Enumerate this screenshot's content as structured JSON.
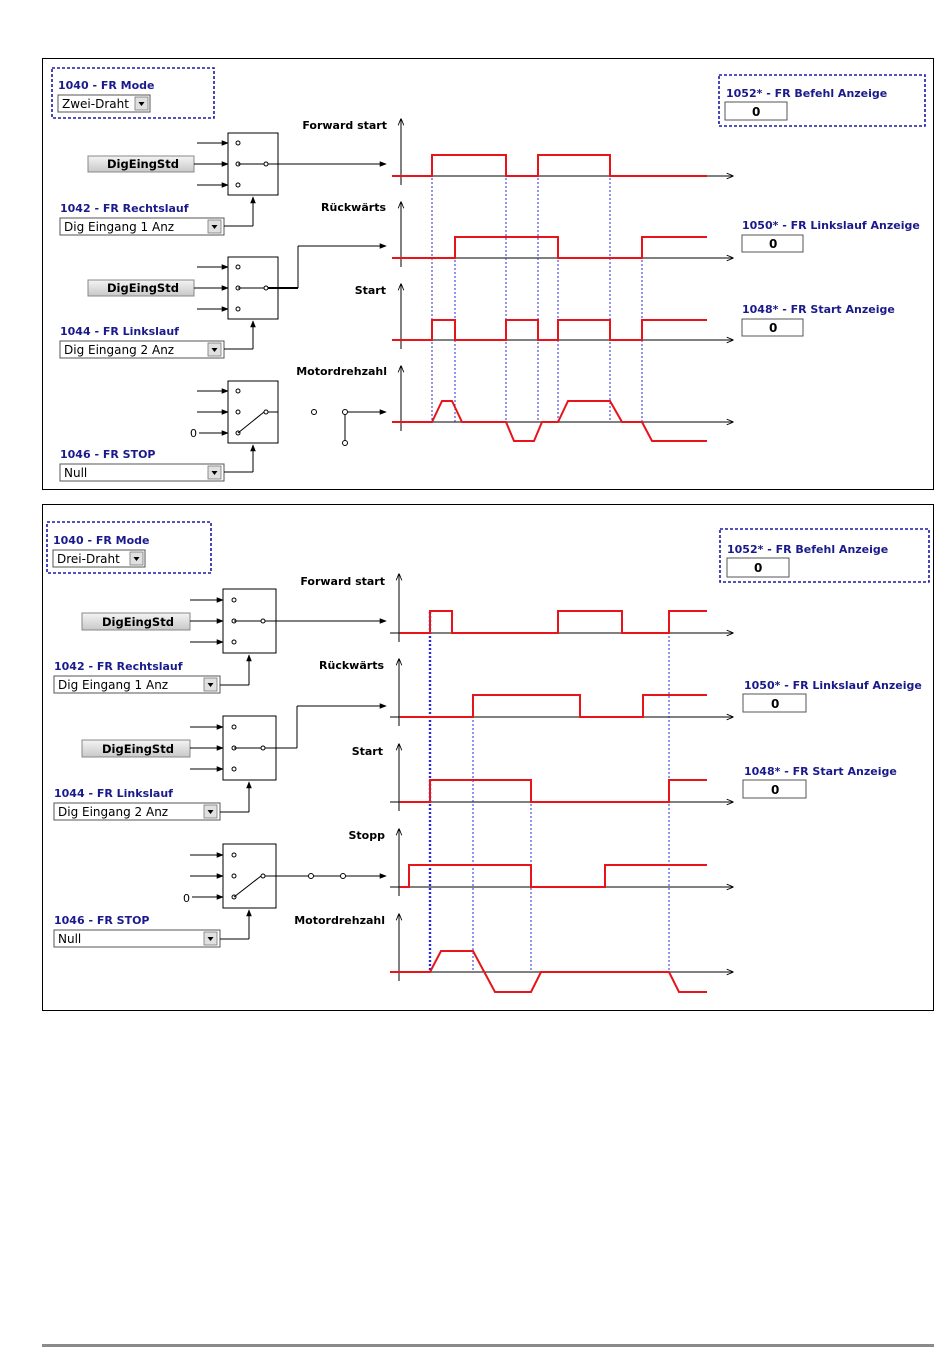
{
  "diagrams": [
    {
      "mode": {
        "label": "1040 - FR Mode",
        "value": "Zwei-Draht"
      },
      "befehl": {
        "label": "1052* - FR Befehl Anzeige",
        "value": "0"
      },
      "inputs": [
        {
          "button": "DigEingStd",
          "param_label": "1042 - FR Rechtslauf",
          "param_value": "Dig Eingang 1 Anz"
        },
        {
          "button": "DigEingStd",
          "param_label": "1044 - FR Linkslauf",
          "param_value": "Dig Eingang 2 Anz"
        }
      ],
      "stop": {
        "param_label": "1046 - FR STOP",
        "param_value": "Null",
        "zero_label": "0"
      },
      "signals": [
        {
          "label": "Forward start"
        },
        {
          "label": "Rückwärts",
          "readout_label": "1050* - FR Linkslauf Anzeige",
          "readout_value": "0"
        },
        {
          "label": "Start",
          "readout_label": "1048* - FR Start Anzeige",
          "readout_value": "0"
        },
        {
          "label": "Motordrehzahl"
        }
      ]
    },
    {
      "mode": {
        "label": "1040 - FR Mode",
        "value": "Drei-Draht"
      },
      "befehl": {
        "label": "1052* - FR Befehl Anzeige",
        "value": "0"
      },
      "inputs": [
        {
          "button": "DigEingStd",
          "param_label": "1042 - FR Rechtslauf",
          "param_value": "Dig Eingang 1 Anz"
        },
        {
          "button": "DigEingStd",
          "param_label": "1044 - FR Linkslauf",
          "param_value": "Dig Eingang 2 Anz"
        }
      ],
      "stop": {
        "param_label": "1046 - FR STOP",
        "param_value": "Null",
        "zero_label": "0"
      },
      "signals": [
        {
          "label": "Forward start"
        },
        {
          "label": "Rückwärts",
          "readout_label": "1050* - FR Linkslauf Anzeige",
          "readout_value": "0"
        },
        {
          "label": "Start",
          "readout_label": "1048* - FR Start Anzeige",
          "readout_value": "0"
        },
        {
          "label": "Stopp"
        },
        {
          "label": "Motordrehzahl"
        }
      ]
    }
  ],
  "colors": {
    "waveform": "#e8141a",
    "label_blue": "#1a1a8c",
    "dashed_frame": "#1a1aa8",
    "marker_line": "#2b2bd6"
  }
}
